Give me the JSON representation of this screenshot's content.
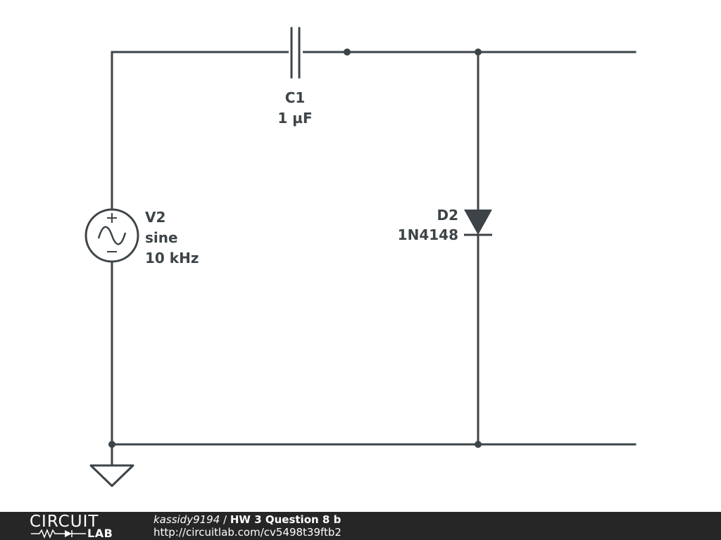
{
  "circuit": {
    "capacitor": {
      "name": "C1",
      "value": "1 µF"
    },
    "source": {
      "name": "V2",
      "type": "sine",
      "frequency": "10 kHz"
    },
    "diode": {
      "name": "D2",
      "part": "1N4148"
    }
  },
  "footer": {
    "logo_top": "CIRCUIT",
    "logo_bottom": "LAB",
    "author": "kassidy9194",
    "separator": "/",
    "title": "HW 3 Question 8 b",
    "url": "http://circuitlab.com/cv5498t39ftb2"
  },
  "colors": {
    "wire": "#3d4448",
    "footer_bg": "#262626",
    "footer_text": "#ffffff"
  }
}
